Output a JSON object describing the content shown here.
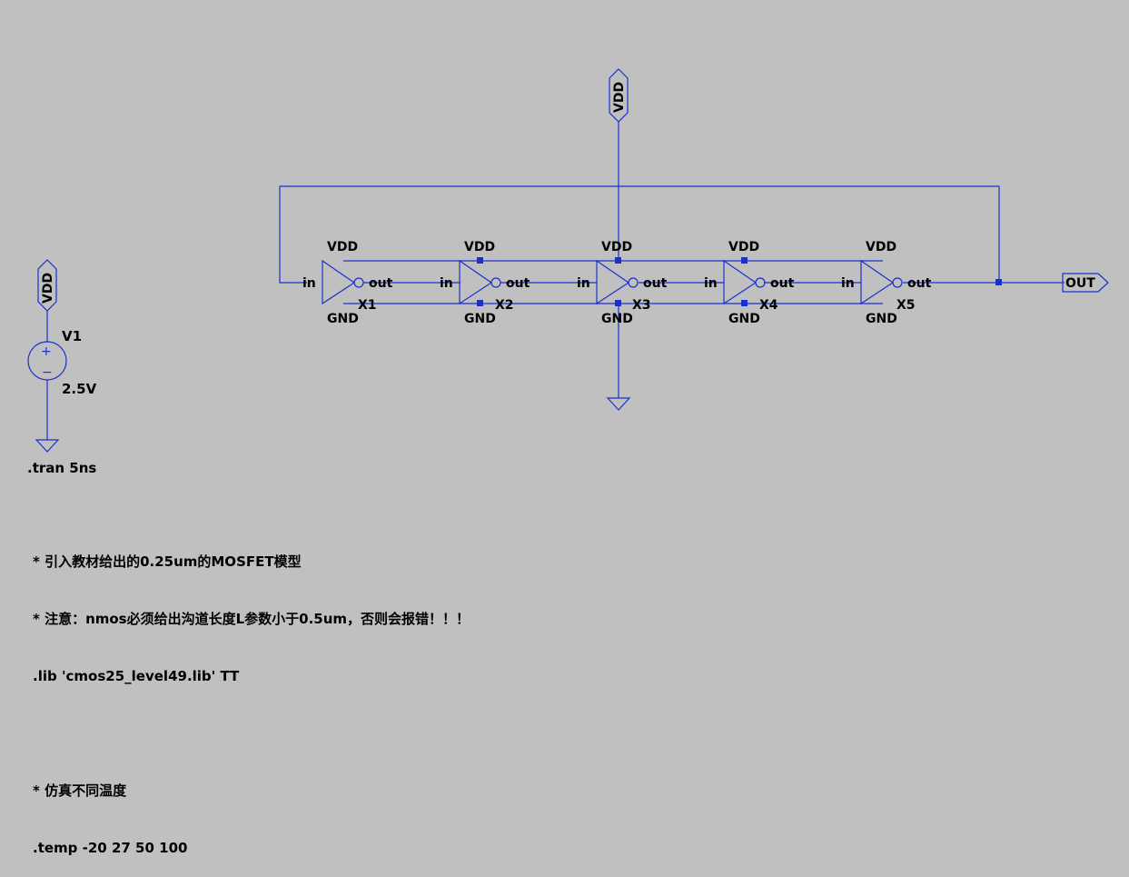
{
  "supply": {
    "name": "V1",
    "value": "2.5V",
    "net_label": "VDD"
  },
  "analysis": ".tran 5ns",
  "chain": {
    "top_flag": "VDD",
    "output_flag": "OUT",
    "inverters": [
      {
        "ref": "X1",
        "in": "in",
        "out": "out",
        "vdd": "VDD",
        "gnd": "GND"
      },
      {
        "ref": "X2",
        "in": "in",
        "out": "out",
        "vdd": "VDD",
        "gnd": "GND"
      },
      {
        "ref": "X3",
        "in": "in",
        "out": "out",
        "vdd": "VDD",
        "gnd": "GND"
      },
      {
        "ref": "X4",
        "in": "in",
        "out": "out",
        "vdd": "VDD",
        "gnd": "GND"
      },
      {
        "ref": "X5",
        "in": "in",
        "out": "out",
        "vdd": "VDD",
        "gnd": "GND"
      }
    ]
  },
  "comments": [
    "* 引入教材给出的0.25um的MOSFET模型",
    "* 注意：nmos必须给出沟道长度L参数小于0.5um，否则会报错！！！",
    ".lib 'cmos25_level49.lib' TT",
    "",
    "* 仿真不同温度",
    ".temp -20 27 50 100"
  ],
  "colors": {
    "wire": "#1a2fd0",
    "background": "#c0c0c0"
  }
}
